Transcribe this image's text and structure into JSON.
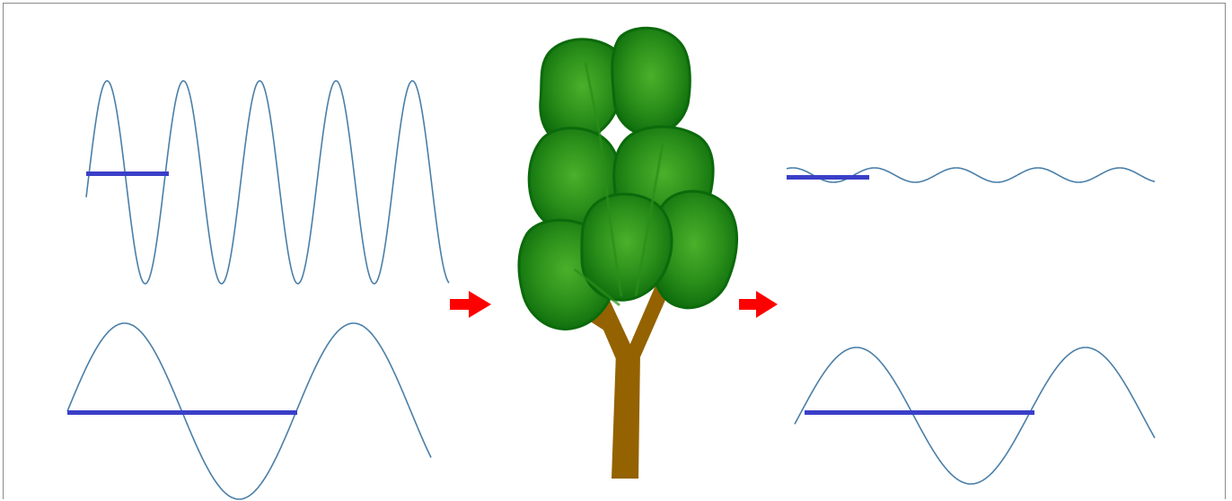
{
  "diagram": {
    "colors": {
      "wave": "#4a7fa8",
      "wavelength_bar": "#3a3fc8",
      "arrow": "#ff0000",
      "trunk": "#946200",
      "foliage_dark": "#0b6a0b",
      "foliage_mid": "#2a8f1a",
      "foliage_light": "#4bb02a",
      "frame": "#8a8a8a"
    },
    "input_waves": [
      {
        "id": "short",
        "wavelength": "short",
        "amplitude": "large",
        "wavelength_marker": true
      },
      {
        "id": "long",
        "wavelength": "long",
        "amplitude": "large",
        "wavelength_marker": true
      }
    ],
    "obstacle": {
      "icon": "tree-icon"
    },
    "arrows": [
      {
        "icon": "arrow-right-icon"
      },
      {
        "icon": "arrow-right-icon"
      }
    ],
    "output_waves": [
      {
        "id": "short",
        "wavelength": "short",
        "amplitude": "small",
        "wavelength_marker": true
      },
      {
        "id": "long",
        "wavelength": "long",
        "amplitude": "large",
        "wavelength_marker": true
      }
    ]
  }
}
